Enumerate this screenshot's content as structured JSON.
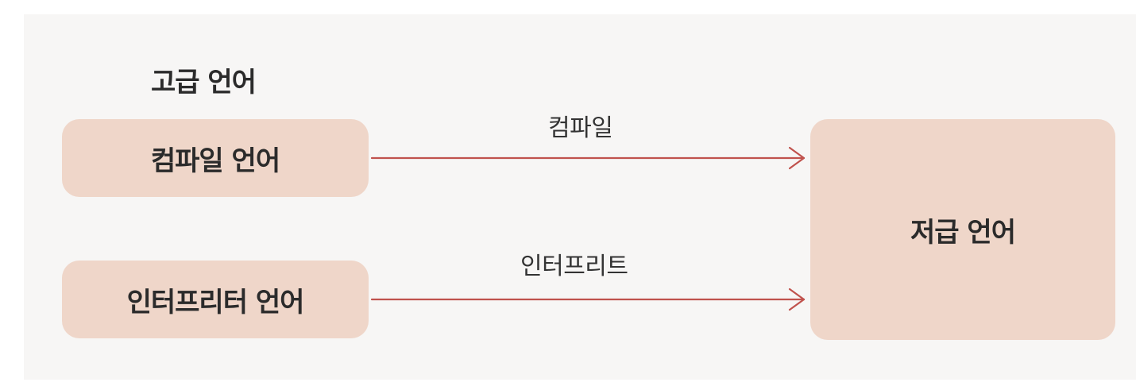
{
  "diagram": {
    "group_title": "고급 언어",
    "nodes": {
      "compiled": "컴파일 언어",
      "interpreted": "인터프리터 언어",
      "low_level": "저급 언어"
    },
    "edges": {
      "compile_label": "컴파일",
      "interpret_label": "인터프리트"
    },
    "colors": {
      "box_fill": "#efd6c9",
      "arrow": "#c0524d",
      "background": "#f7f6f5"
    }
  }
}
